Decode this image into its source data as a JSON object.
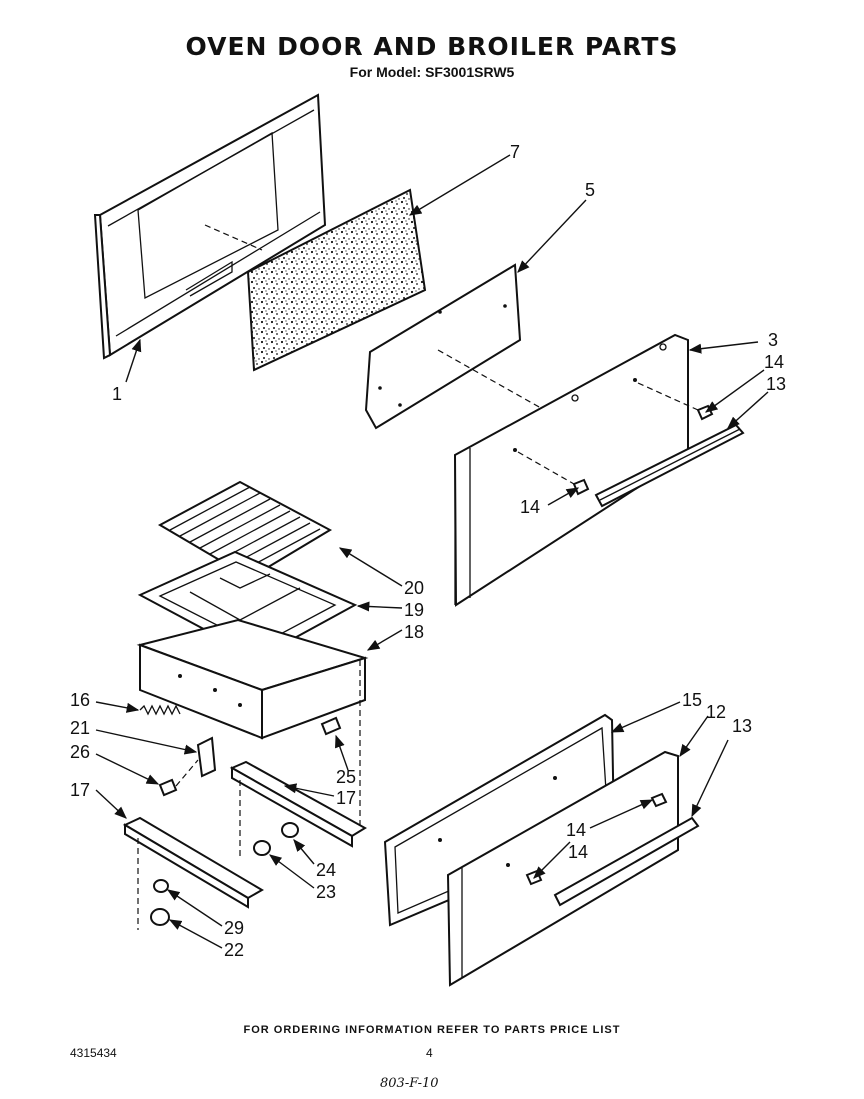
{
  "title": "OVEN DOOR AND BROILER PARTS",
  "subtitle": "For Model: SF3001SRW5",
  "footer": "FOR ORDERING INFORMATION REFER TO PARTS PRICE LIST",
  "doc_number": "4315434",
  "page_number": "4",
  "handwritten_note": "803-F-10",
  "callouts": {
    "c1": "1",
    "c7": "7",
    "c5": "5",
    "c3": "3",
    "c14a": "14",
    "c13a": "13",
    "c14b": "14",
    "c20": "20",
    "c19": "19",
    "c18": "18",
    "c16": "16",
    "c21": "21",
    "c26": "26",
    "c25": "25",
    "c17a": "17",
    "c17b": "17",
    "c24": "24",
    "c23": "23",
    "c29": "29",
    "c22": "22",
    "c15": "15",
    "c12": "12",
    "c13b": "13",
    "c14c": "14",
    "c14d": "14"
  }
}
